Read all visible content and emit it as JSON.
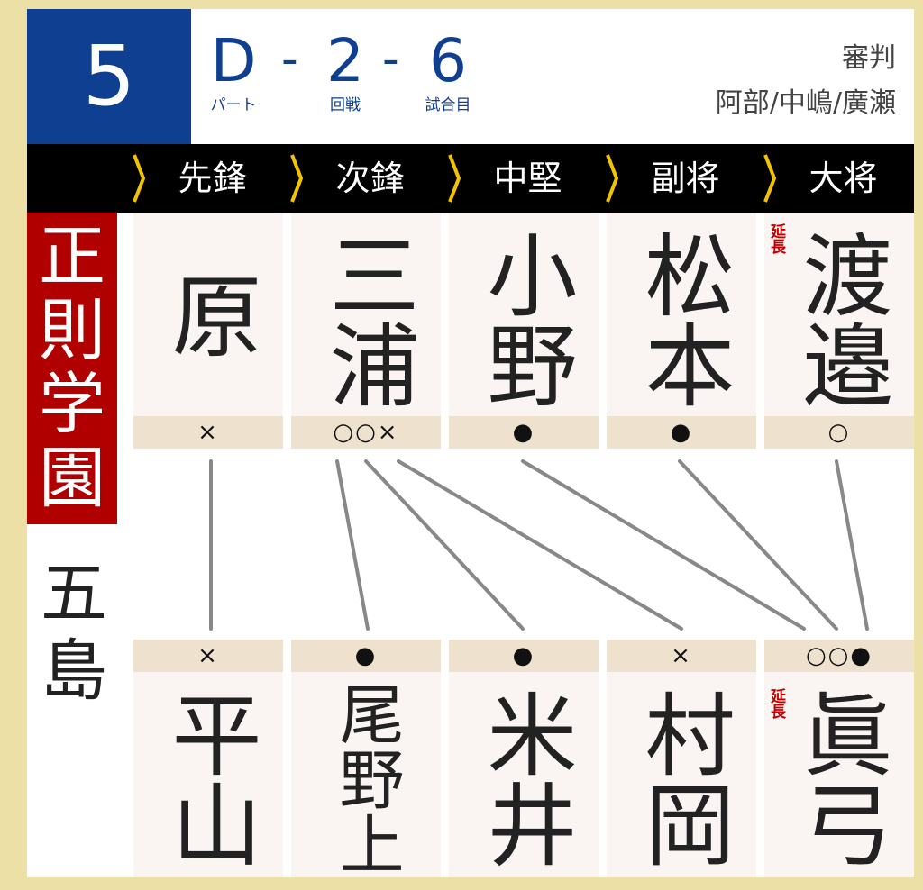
{
  "header": {
    "match_number": "5",
    "part": {
      "value": "D",
      "label": "パート"
    },
    "round": {
      "value": "2",
      "label": "回戦"
    },
    "game": {
      "value": "6",
      "label": "試合目"
    },
    "dash": "-",
    "referee_label": "審判",
    "referees": "阿部/中嶋/廣瀬"
  },
  "positions": [
    "先鋒",
    "次鋒",
    "中堅",
    "副将",
    "大将"
  ],
  "team_top": {
    "name": "正則学園",
    "players": [
      {
        "name": "原",
        "results": "×",
        "extension": ""
      },
      {
        "name": "三浦",
        "results": "○○×",
        "extension": ""
      },
      {
        "name": "小野",
        "results": "●",
        "extension": ""
      },
      {
        "name": "松本",
        "results": "●",
        "extension": ""
      },
      {
        "name": "渡邉",
        "results": "○",
        "extension": "延長"
      }
    ]
  },
  "team_bottom": {
    "name": "五島",
    "players": [
      {
        "name": "平山",
        "results": "×",
        "extension": ""
      },
      {
        "name": "尾野上",
        "results": "●",
        "extension": ""
      },
      {
        "name": "米井",
        "results": "●",
        "extension": ""
      },
      {
        "name": "村岡",
        "results": "×",
        "extension": ""
      },
      {
        "name": "眞弓",
        "results": "○○●",
        "extension": "延長"
      }
    ]
  },
  "colors": {
    "team_top_accent": "#b00000",
    "header_blue": "#0f3f91",
    "chevron": "#f2c400",
    "extension_text": "#c00000"
  }
}
